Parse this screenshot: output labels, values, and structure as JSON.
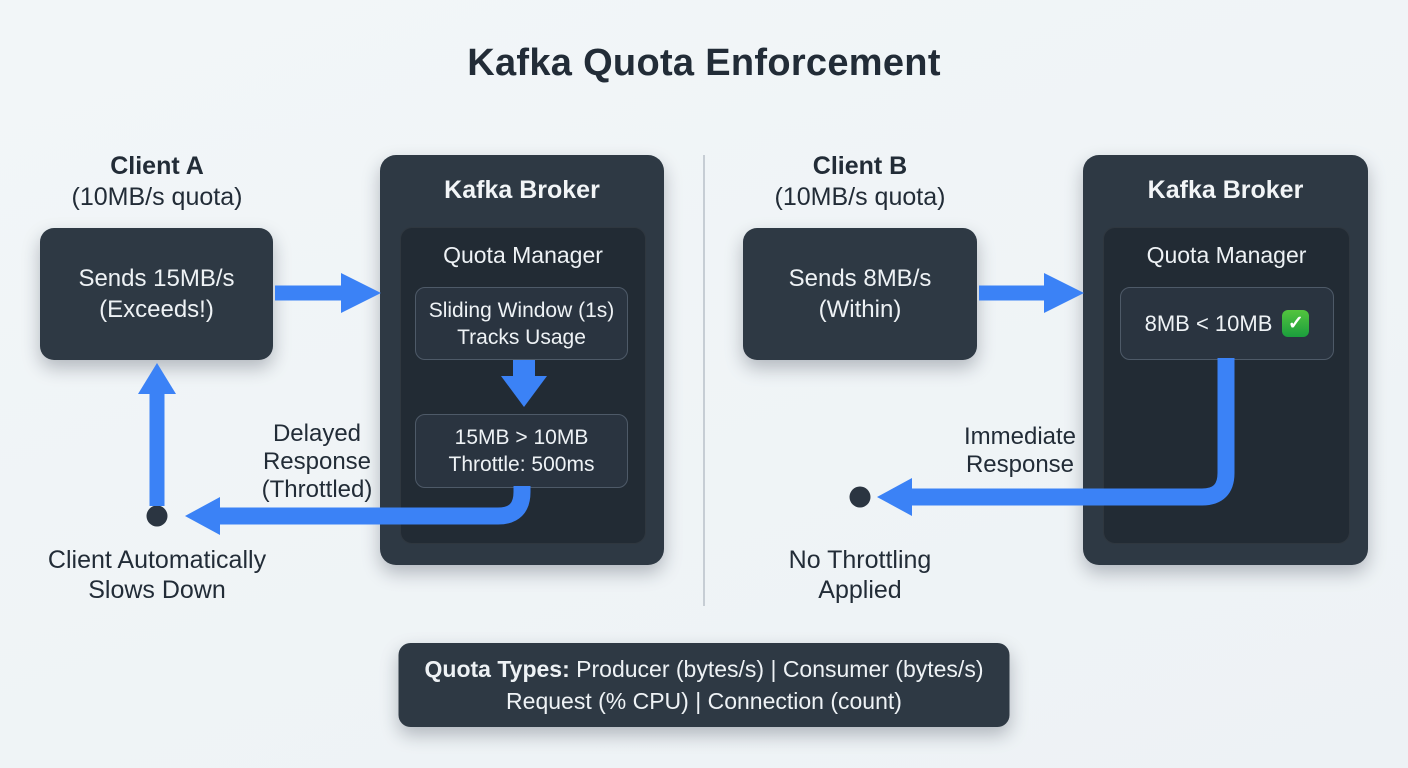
{
  "title": "Kafka Quota Enforcement",
  "colors": {
    "accent_blue": "#3b82f6",
    "box_dark": "#2e3944",
    "box_darker": "#222b34",
    "subbox": "#2a3440",
    "subbox_border": "#4e5a68",
    "text_dark": "#222c37",
    "text_light": "#eef2f5",
    "check_green": "#2eae43",
    "dot": "#2b3541",
    "background": "#f2f6f8",
    "divider": "#c6cdd4"
  },
  "left": {
    "client_name": "Client A",
    "client_quota": "(10MB/s quota)",
    "send_line1": "Sends 15MB/s",
    "send_line2": "(Exceeds!)",
    "broker_title": "Kafka Broker",
    "manager_title": "Quota Manager",
    "window_line1": "Sliding Window (1s)",
    "window_line2": "Tracks Usage",
    "verdict_line1": "15MB > 10MB",
    "verdict_line2": "Throttle: 500ms",
    "response_line1": "Delayed",
    "response_line2": "Response",
    "response_line3": "(Throttled)",
    "outcome_line1": "Client Automatically",
    "outcome_line2": "Slows Down"
  },
  "right": {
    "client_name": "Client B",
    "client_quota": "(10MB/s quota)",
    "send_line1": "Sends 8MB/s",
    "send_line2": "(Within)",
    "broker_title": "Kafka Broker",
    "manager_title": "Quota Manager",
    "verdict_text": "8MB < 10MB",
    "check_icon_glyph": "✓",
    "response_line1": "Immediate",
    "response_line2": "Response",
    "outcome_line1": "No Throttling",
    "outcome_line2": "Applied"
  },
  "legend": {
    "label": "Quota Types:",
    "line1_rest": " Producer (bytes/s) | Consumer (bytes/s)",
    "line2": "Request (% CPU) | Connection (count)"
  }
}
